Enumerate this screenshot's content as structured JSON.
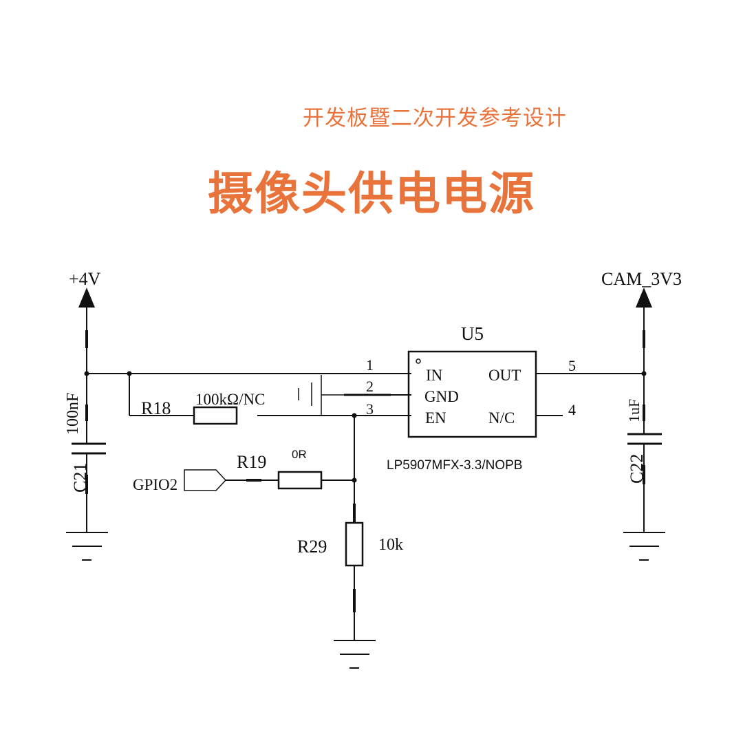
{
  "header": {
    "subtitle": "开发板暨二次开发参考设计",
    "title": "摄像头供电电源"
  },
  "schematic": {
    "power_in": "+4V",
    "power_out": "CAM_3V3",
    "ic": {
      "ref": "U5",
      "part": "LP5907MFX-3.3/NOPB",
      "pins": [
        {
          "num": "1",
          "name": "IN"
        },
        {
          "num": "2",
          "name": "GND"
        },
        {
          "num": "3",
          "name": "EN"
        },
        {
          "num": "5",
          "name": "OUT"
        },
        {
          "num": "4",
          "name": "N/C"
        }
      ]
    },
    "c21": {
      "ref": "C21",
      "value": "100nF"
    },
    "c22": {
      "ref": "C22",
      "value": "1uF"
    },
    "r18": {
      "ref": "R18",
      "value": "100kΩ/NC"
    },
    "r19": {
      "ref": "R19",
      "value": "0R"
    },
    "r29": {
      "ref": "R29",
      "value": "10k"
    },
    "gpio": "GPIO2"
  },
  "colors": {
    "accent": "#e8743b",
    "wire": "#111111"
  }
}
